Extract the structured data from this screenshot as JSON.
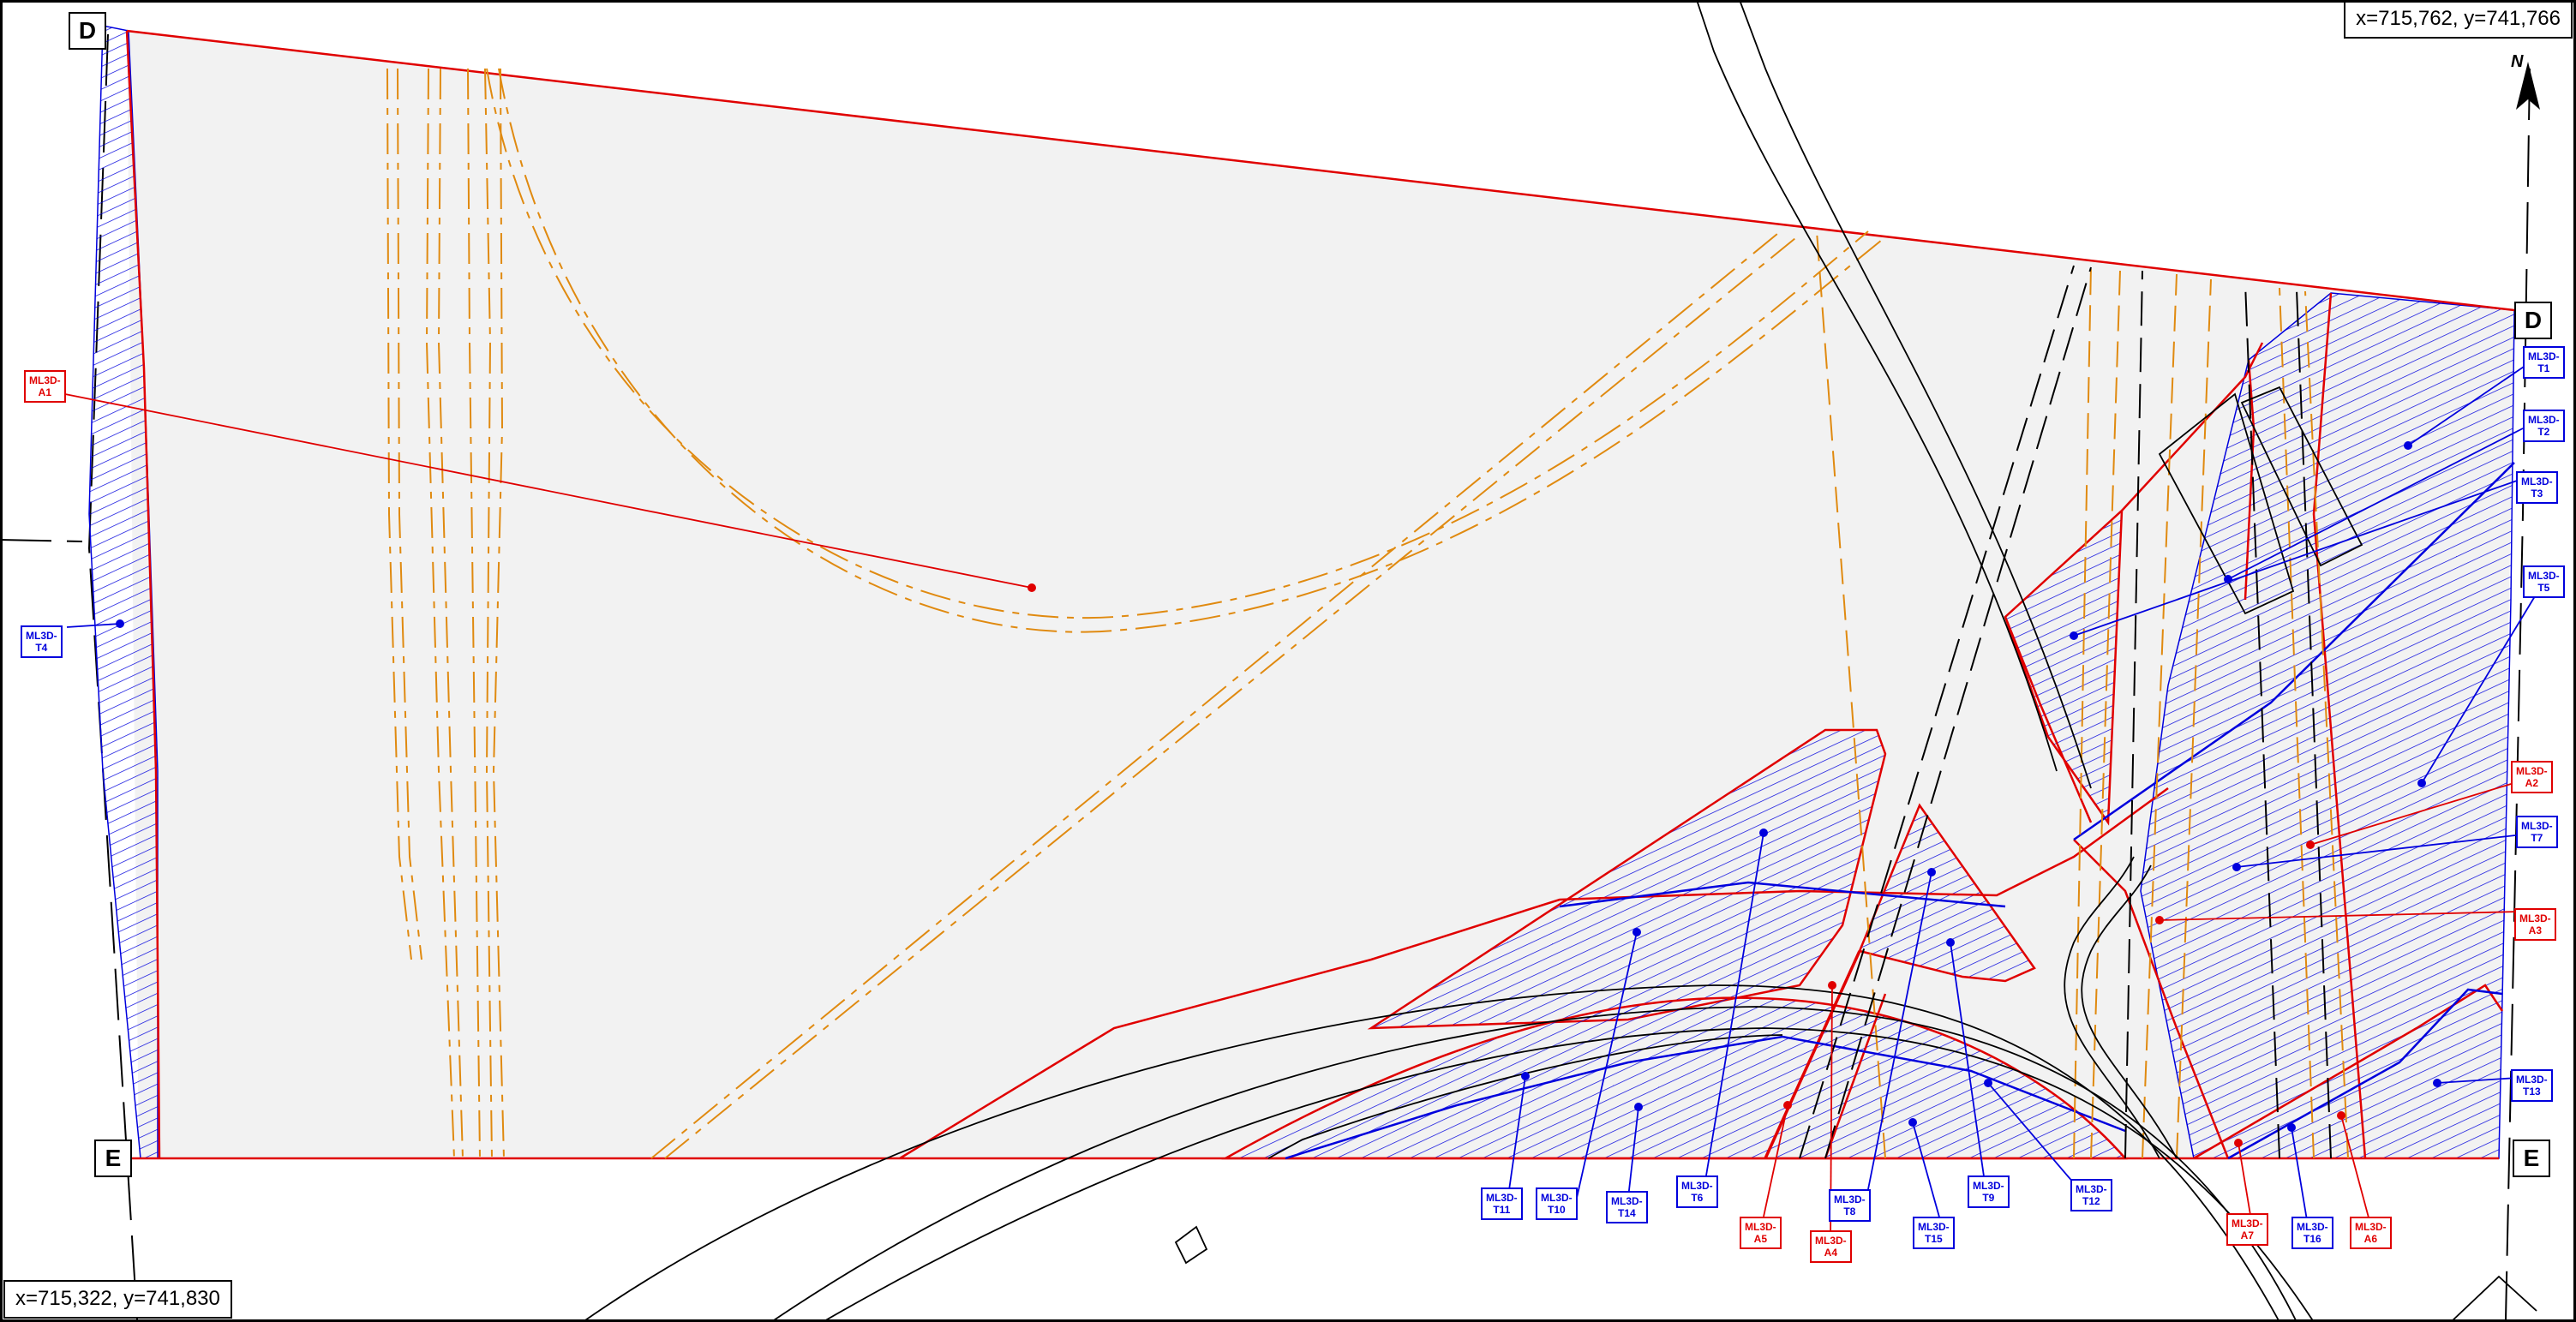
{
  "coordinates": {
    "top_right": "x=715,762, y=741,766",
    "bottom_left": "x=715,322, y=741,830"
  },
  "section_markers": {
    "d_left": "D",
    "d_right": "D",
    "e_left": "E",
    "e_right": "E"
  },
  "north_arrow": {
    "label": "N",
    "icon": "north-arrow-icon"
  },
  "colors": {
    "parcel_fill": "#f2f2f2",
    "boundary_red": "#e00000",
    "hatch_blue": "#0000dd",
    "utility_orange": "#e08a10",
    "road_black": "#000000"
  },
  "callouts": {
    "a1": {
      "line1": "ML3D-",
      "line2": "A1"
    },
    "a2": {
      "line1": "ML3D-",
      "line2": "A2"
    },
    "a3": {
      "line1": "ML3D-",
      "line2": "A3"
    },
    "a4": {
      "line1": "ML3D-",
      "line2": "A4"
    },
    "a5": {
      "line1": "ML3D-",
      "line2": "A5"
    },
    "a6": {
      "line1": "ML3D-",
      "line2": "A6"
    },
    "a7": {
      "line1": "ML3D-",
      "line2": "A7"
    },
    "t1": {
      "line1": "ML3D-",
      "line2": "T1"
    },
    "t2": {
      "line1": "ML3D-",
      "line2": "T2"
    },
    "t3": {
      "line1": "ML3D-",
      "line2": "T3"
    },
    "t4": {
      "line1": "ML3D-",
      "line2": "T4"
    },
    "t5": {
      "line1": "ML3D-",
      "line2": "T5"
    },
    "t6": {
      "line1": "ML3D-",
      "line2": "T6"
    },
    "t7": {
      "line1": "ML3D-",
      "line2": "T7"
    },
    "t8": {
      "line1": "ML3D-",
      "line2": "T8"
    },
    "t9": {
      "line1": "ML3D-",
      "line2": "T9"
    },
    "t10": {
      "line1": "ML3D-",
      "line2": "T10"
    },
    "t11": {
      "line1": "ML3D-",
      "line2": "T11"
    },
    "t12": {
      "line1": "ML3D-",
      "line2": "T12"
    },
    "t13": {
      "line1": "ML3D-",
      "line2": "T13"
    },
    "t14": {
      "line1": "ML3D-",
      "line2": "T14"
    },
    "t15": {
      "line1": "ML3D-",
      "line2": "T15"
    },
    "t16": {
      "line1": "ML3D-",
      "line2": "T16"
    }
  }
}
